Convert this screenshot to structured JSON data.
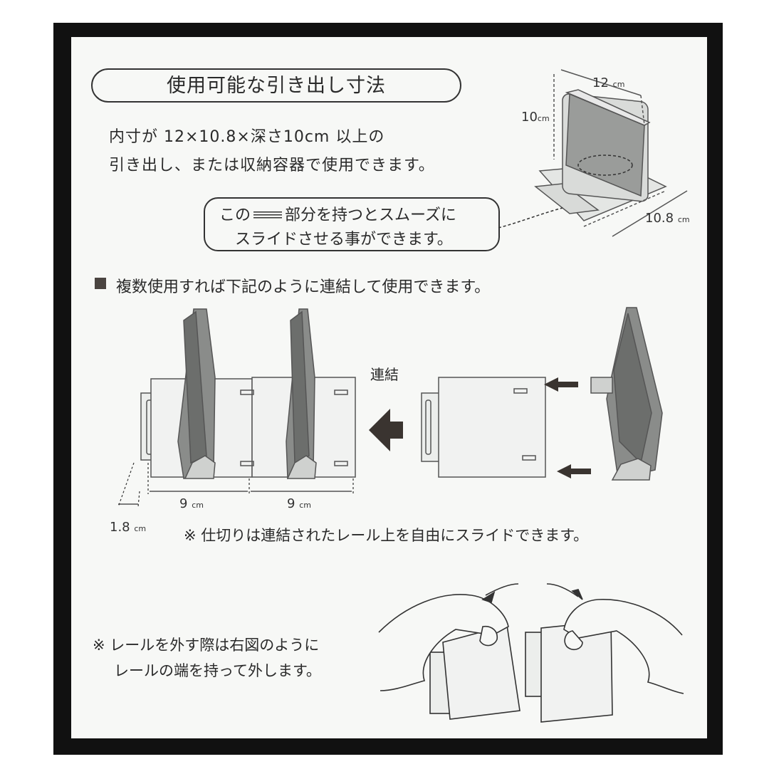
{
  "title": "使用可能な引き出し寸法",
  "intro": {
    "line1": "内寸が 12×10.8×深さ10cm 以上の",
    "line2": "引き出し、または収納容器で使用できます。"
  },
  "callout": {
    "line1_pre": "この",
    "line1_post": "部分を持つとスムーズに",
    "line2": "スライドさせる事ができます。"
  },
  "multi_use": "複数使用すれば下記のように連結して使用できます。",
  "connect_label": "連結",
  "top_dims": {
    "width": "12",
    "depth": "10.8",
    "height": "10",
    "unit": "cm"
  },
  "rail_dims": {
    "pitch1": "9",
    "pitch2": "9",
    "end": "1.8",
    "unit": "cm"
  },
  "note_slide": "※ 仕切りは連結されたレール上を自由にスライドできます。",
  "note_rail": {
    "line1": "※ レールを外す際は右図のように",
    "line2": "レールの端を持って外します。"
  },
  "colors": {
    "frame": "#111111",
    "panel": "#f7f8f6",
    "arrow": "#3a3430",
    "plate": "#6a6a6a"
  }
}
